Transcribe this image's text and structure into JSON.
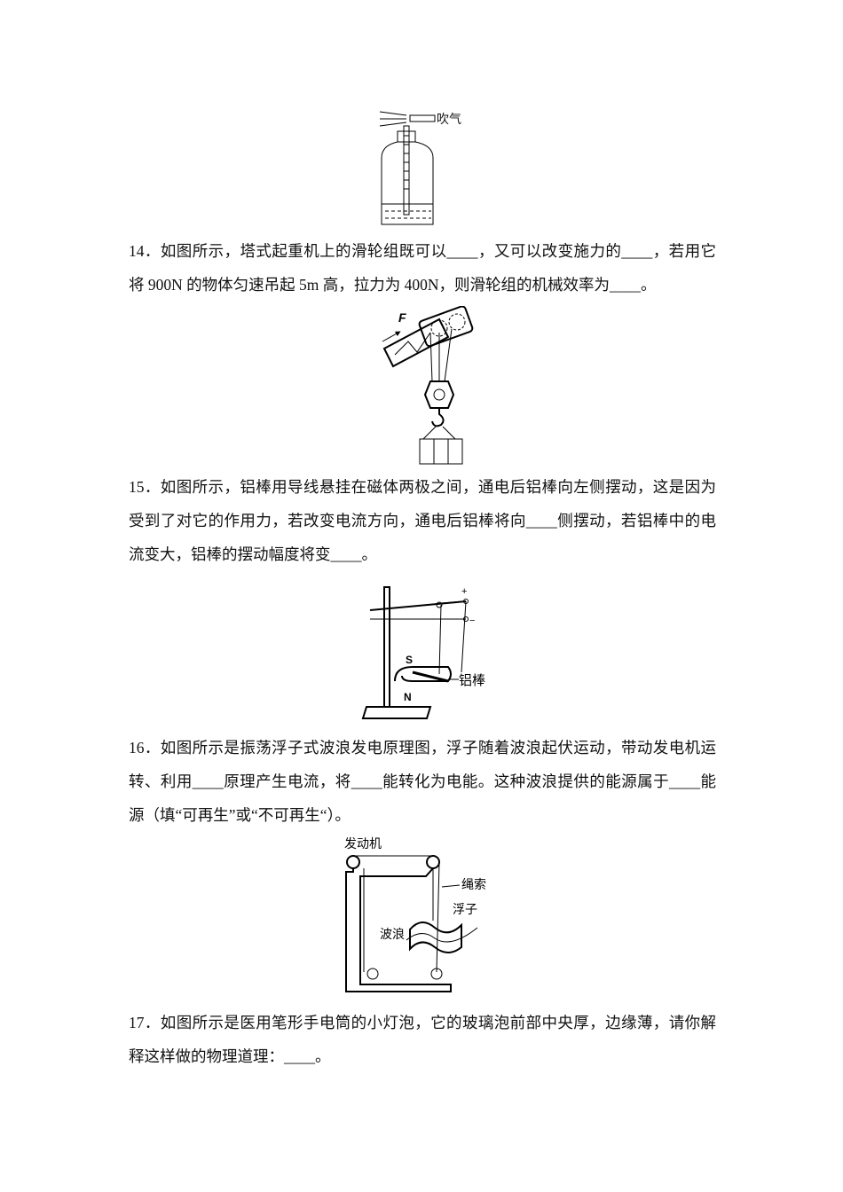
{
  "figure_13": {
    "label_blow": "吹气"
  },
  "q14": {
    "text": "14．如图所示，塔式起重机上的滑轮组既可以____，又可以改变施力的____，若用它将 900N 的物体匀速吊起 5m 高，拉力为 400N，则滑轮组的机械效率为____。"
  },
  "figure_14": {
    "label_force": "F"
  },
  "q15": {
    "text": "15．如图所示，铝棒用导线悬挂在磁体两极之间，通电后铝棒向左侧摆动，这是因为受到了对它的作用力，若改变电流方向，通电后铝棒将向____侧摆动，若铝棒中的电流变大，铝棒的摆动幅度将变____。"
  },
  "figure_15": {
    "label_plus": "+",
    "label_minus": "−",
    "label_s": "S",
    "label_n": "N",
    "label_rod": "铝棒"
  },
  "q16": {
    "text": "16．如图所示是振荡浮子式波浪发电原理图，浮子随着波浪起伏运动，带动发电机运转、利用____原理产生电流，将____能转化为电能。这种波浪提供的能源属于____能源（填“可再生”或“不可再生“）。"
  },
  "figure_16": {
    "label_generator": "发动机",
    "label_rope": "绳索",
    "label_float": "浮子",
    "label_wave": "波浪"
  },
  "q17": {
    "text": "17．如图所示是医用笔形手电筒的小灯泡，它的玻璃泡前部中央厚，边缘薄，请你解释这样做的物理道理：____。"
  }
}
